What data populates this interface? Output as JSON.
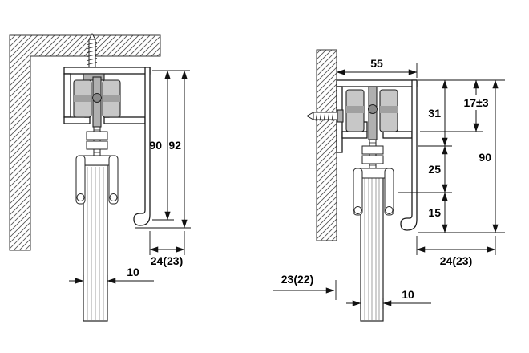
{
  "figure": {
    "title": "sliding-door-fitting-cross-sections",
    "left_view": {
      "height_90": "90",
      "height_92": "92",
      "offset_24": "24(23)",
      "door_10": "10"
    },
    "right_view": {
      "width_55": "55",
      "seg_31": "31",
      "adjust_17": "17±3",
      "seg_25": "25",
      "seg_15": "15",
      "height_90": "90",
      "offset_24": "24(23)",
      "gap_23": "23(22)",
      "door_10": "10"
    }
  }
}
